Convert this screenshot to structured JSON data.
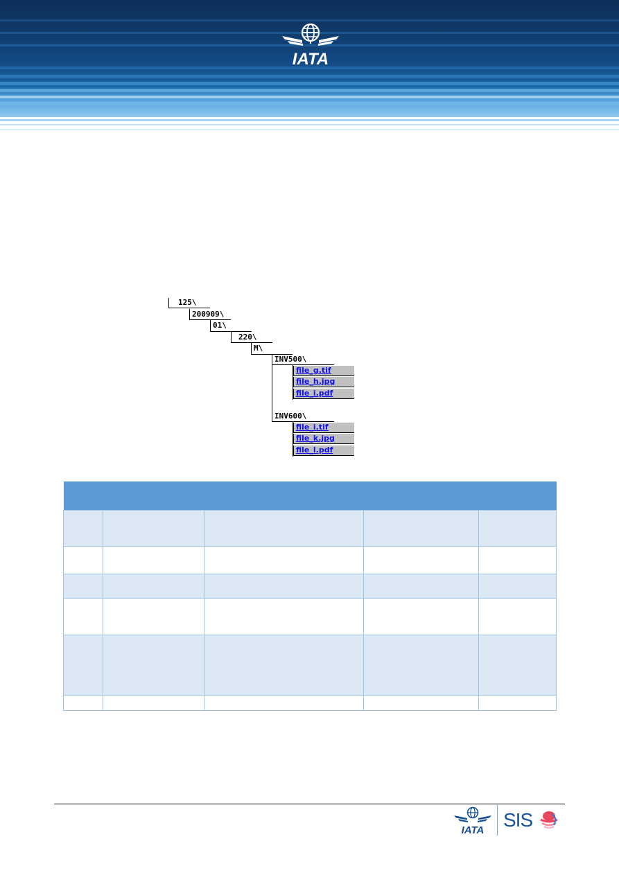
{
  "header": {
    "logo_text": "IATA",
    "brand_colors": {
      "dark_navy": "#0d2f58",
      "light_blue": "#86c3ec"
    }
  },
  "folder_tree": {
    "levels": [
      "125\\",
      "200909\\",
      "01\\",
      "220\\",
      "M\\"
    ],
    "invoices": [
      {
        "folder": "INV500\\",
        "files": [
          "file_g.tif",
          "file_h.jpg",
          "file_i.pdf"
        ]
      },
      {
        "folder": "INV600\\",
        "files": [
          "file_i.tif",
          "file_k.jpg",
          "file_l.pdf"
        ]
      }
    ],
    "link_color": "#1111ee",
    "file_cell_color": "#c0c0c0"
  },
  "table": {
    "header_color": "#5b9bd5",
    "row_shade_color": "#dde8f5",
    "rows": [
      [
        "",
        "",
        "",
        "",
        ""
      ],
      [
        "",
        "",
        "",
        "",
        ""
      ],
      [
        "",
        "",
        "",
        "",
        ""
      ],
      [
        "",
        "",
        "",
        "",
        ""
      ],
      [
        "",
        "",
        "",
        "",
        ""
      ],
      [
        "",
        "",
        "",
        "",
        ""
      ]
    ]
  },
  "footer": {
    "logo_text": "IATA",
    "product_name": "SIS"
  }
}
